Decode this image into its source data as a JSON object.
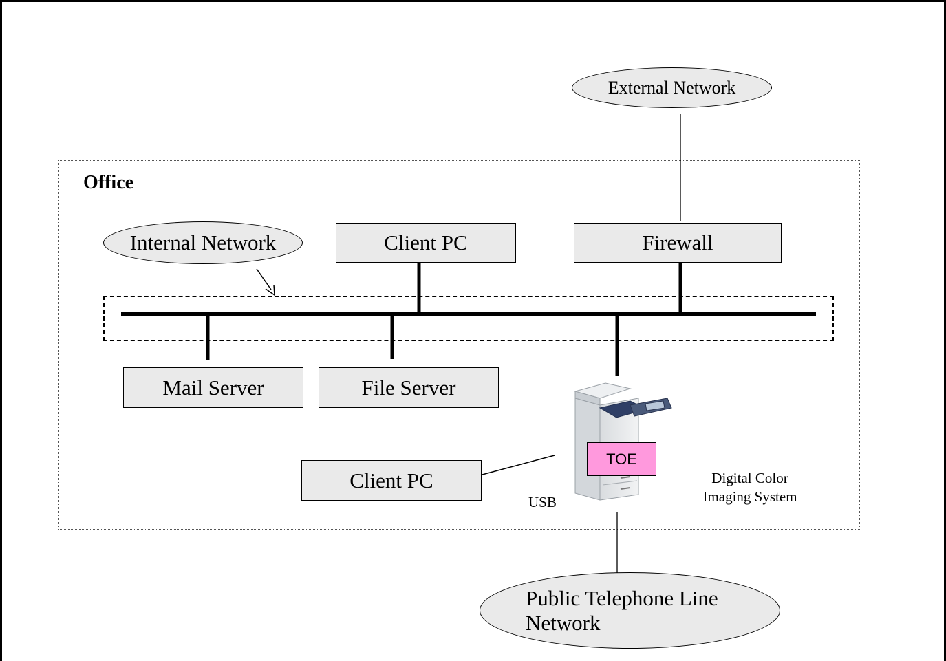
{
  "office": {
    "label": "Office"
  },
  "ovals": {
    "external_network": "External Network",
    "internal_network": "Internal Network",
    "public_line_1": "Public Telephone Line",
    "public_line_2": "Network"
  },
  "boxes": {
    "client_pc_top": "Client PC",
    "firewall": "Firewall",
    "mail_server": "Mail Server",
    "file_server": "File Server",
    "client_pc_usb": "Client PC"
  },
  "device": {
    "toe_label": "TOE",
    "name_line_1": "Digital Color",
    "name_line_2": "Imaging System",
    "usb_label": "USB"
  },
  "colors": {
    "node_fill": "#eaeaea",
    "toe_fill": "#ff99dd"
  }
}
